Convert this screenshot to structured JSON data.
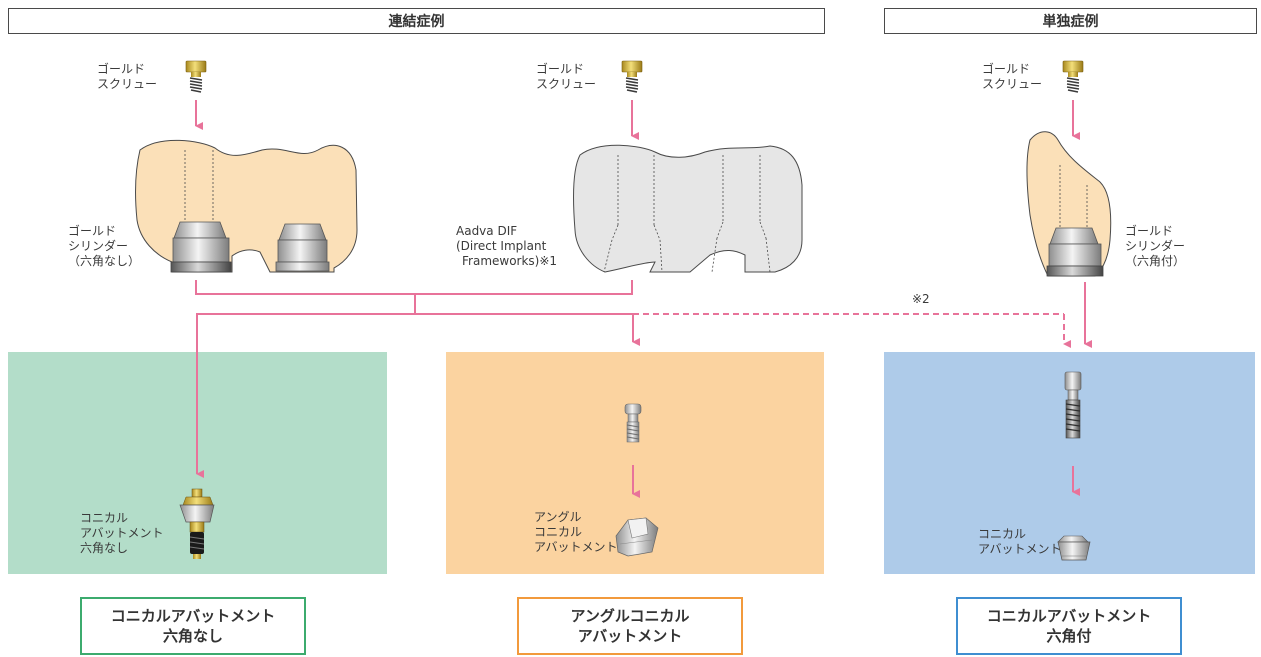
{
  "headers": {
    "linked": "連結症例",
    "single": "単独症例"
  },
  "labels": {
    "gold_screw_1": [
      "ゴールド",
      "スクリュー"
    ],
    "gold_screw_2": [
      "ゴールド",
      "スクリュー"
    ],
    "gold_screw_3": [
      "ゴールド",
      "スクリュー"
    ],
    "gold_cylinder_nonhex": [
      "ゴールド",
      "シリンダー",
      "（六角なし）"
    ],
    "aadva_dif": [
      "Aadva DIF",
      "(Direct Implant",
      "Frameworks)※1"
    ],
    "gold_cylinder_hex": [
      "ゴールド",
      "シリンダー",
      "（六角付）"
    ],
    "note_2": "※2",
    "conical_nonhex": [
      "コニカル",
      "アバットメント",
      "六角なし"
    ],
    "angled_conical": [
      "アングル",
      "コニカル",
      "アバットメント"
    ],
    "conical_hex": [
      "コニカル",
      "アバットメント"
    ]
  },
  "results": {
    "green": [
      "コニカルアバットメント",
      "六角なし"
    ],
    "orange": [
      "アングルコニカル",
      "アバットメント"
    ],
    "blue": [
      "コニカルアバットメント",
      "六角付"
    ]
  },
  "colors": {
    "arrow": "#e8739a",
    "panel_green": "#b3ddc9",
    "panel_orange": "#fbd3a0",
    "panel_blue": "#aecbe9",
    "border_green": "#3cab6e",
    "border_orange": "#f29a3c",
    "border_blue": "#3f8ed1",
    "crown_gold": "#fbe0b8",
    "crown_gray": "#e6e6e6"
  }
}
